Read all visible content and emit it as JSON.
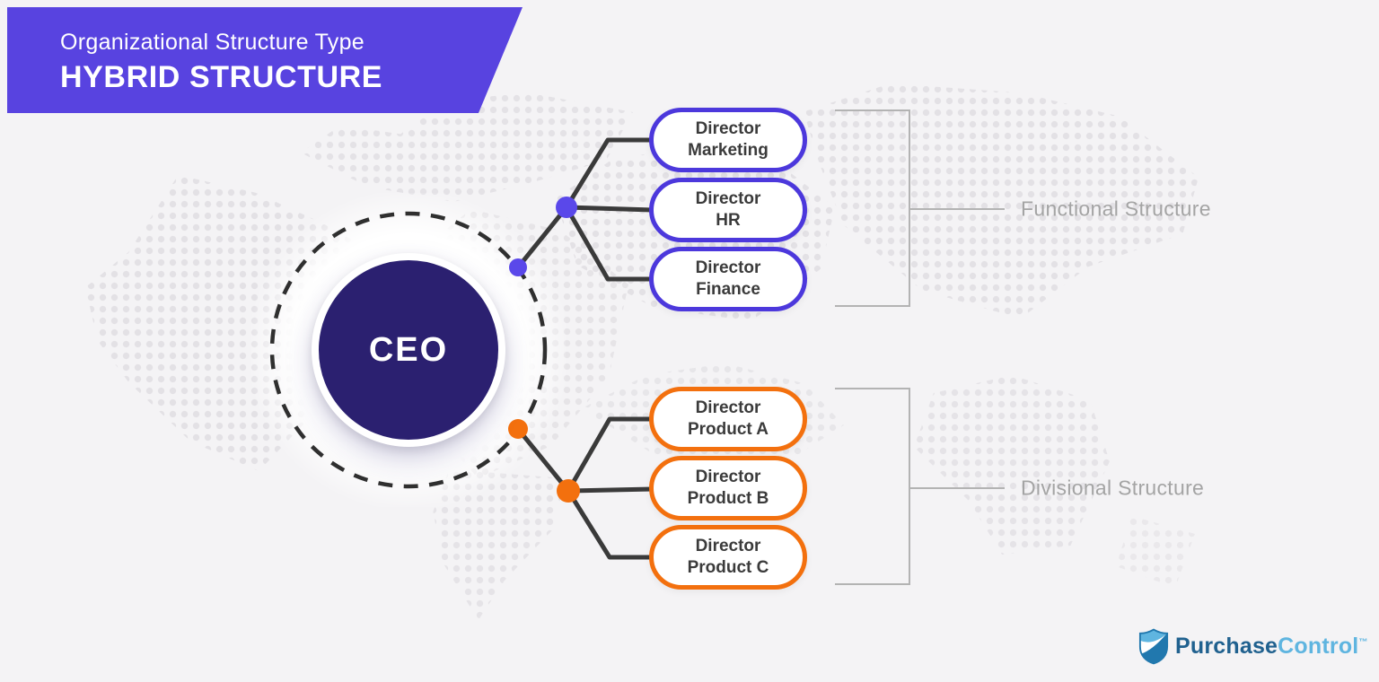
{
  "header": {
    "subtitle": "Organizational Structure Type",
    "title": "HYBRID STRUCTURE"
  },
  "ceo": {
    "label": "CEO"
  },
  "groups": [
    {
      "name": "Functional Structure",
      "color": "#4c38dc",
      "items": [
        {
          "line1": "Director",
          "line2": "Marketing"
        },
        {
          "line1": "Director",
          "line2": "HR"
        },
        {
          "line1": "Director",
          "line2": "Finance"
        }
      ]
    },
    {
      "name": "Divisional Structure",
      "color": "#f3700e",
      "items": [
        {
          "line1": "Director",
          "line2": "Product A"
        },
        {
          "line1": "Director",
          "line2": "Product B"
        },
        {
          "line1": "Director",
          "line2": "Product C"
        }
      ]
    }
  ],
  "logo": {
    "brand_part1": "Purchase",
    "brand_part2": "Control",
    "trademark": "™",
    "icon": "shield-icon"
  },
  "colors": {
    "banner": "#5843e0",
    "ceo_fill": "#2b2070",
    "functional_border": "#4c38dc",
    "divisional_border": "#f3700e",
    "wire": "#3a3a3a",
    "dashed_circle": "#2f2f2f",
    "dot_purple": "#5a48ea",
    "dot_orange": "#f3700e",
    "bracket": "#b3b3b3",
    "label_gray": "#a4a4a4",
    "background": "#f4f3f5",
    "map_dots": "#e3e1e5",
    "logo_dark_blue": "#20618f",
    "logo_light_blue": "#5fb5e0"
  }
}
